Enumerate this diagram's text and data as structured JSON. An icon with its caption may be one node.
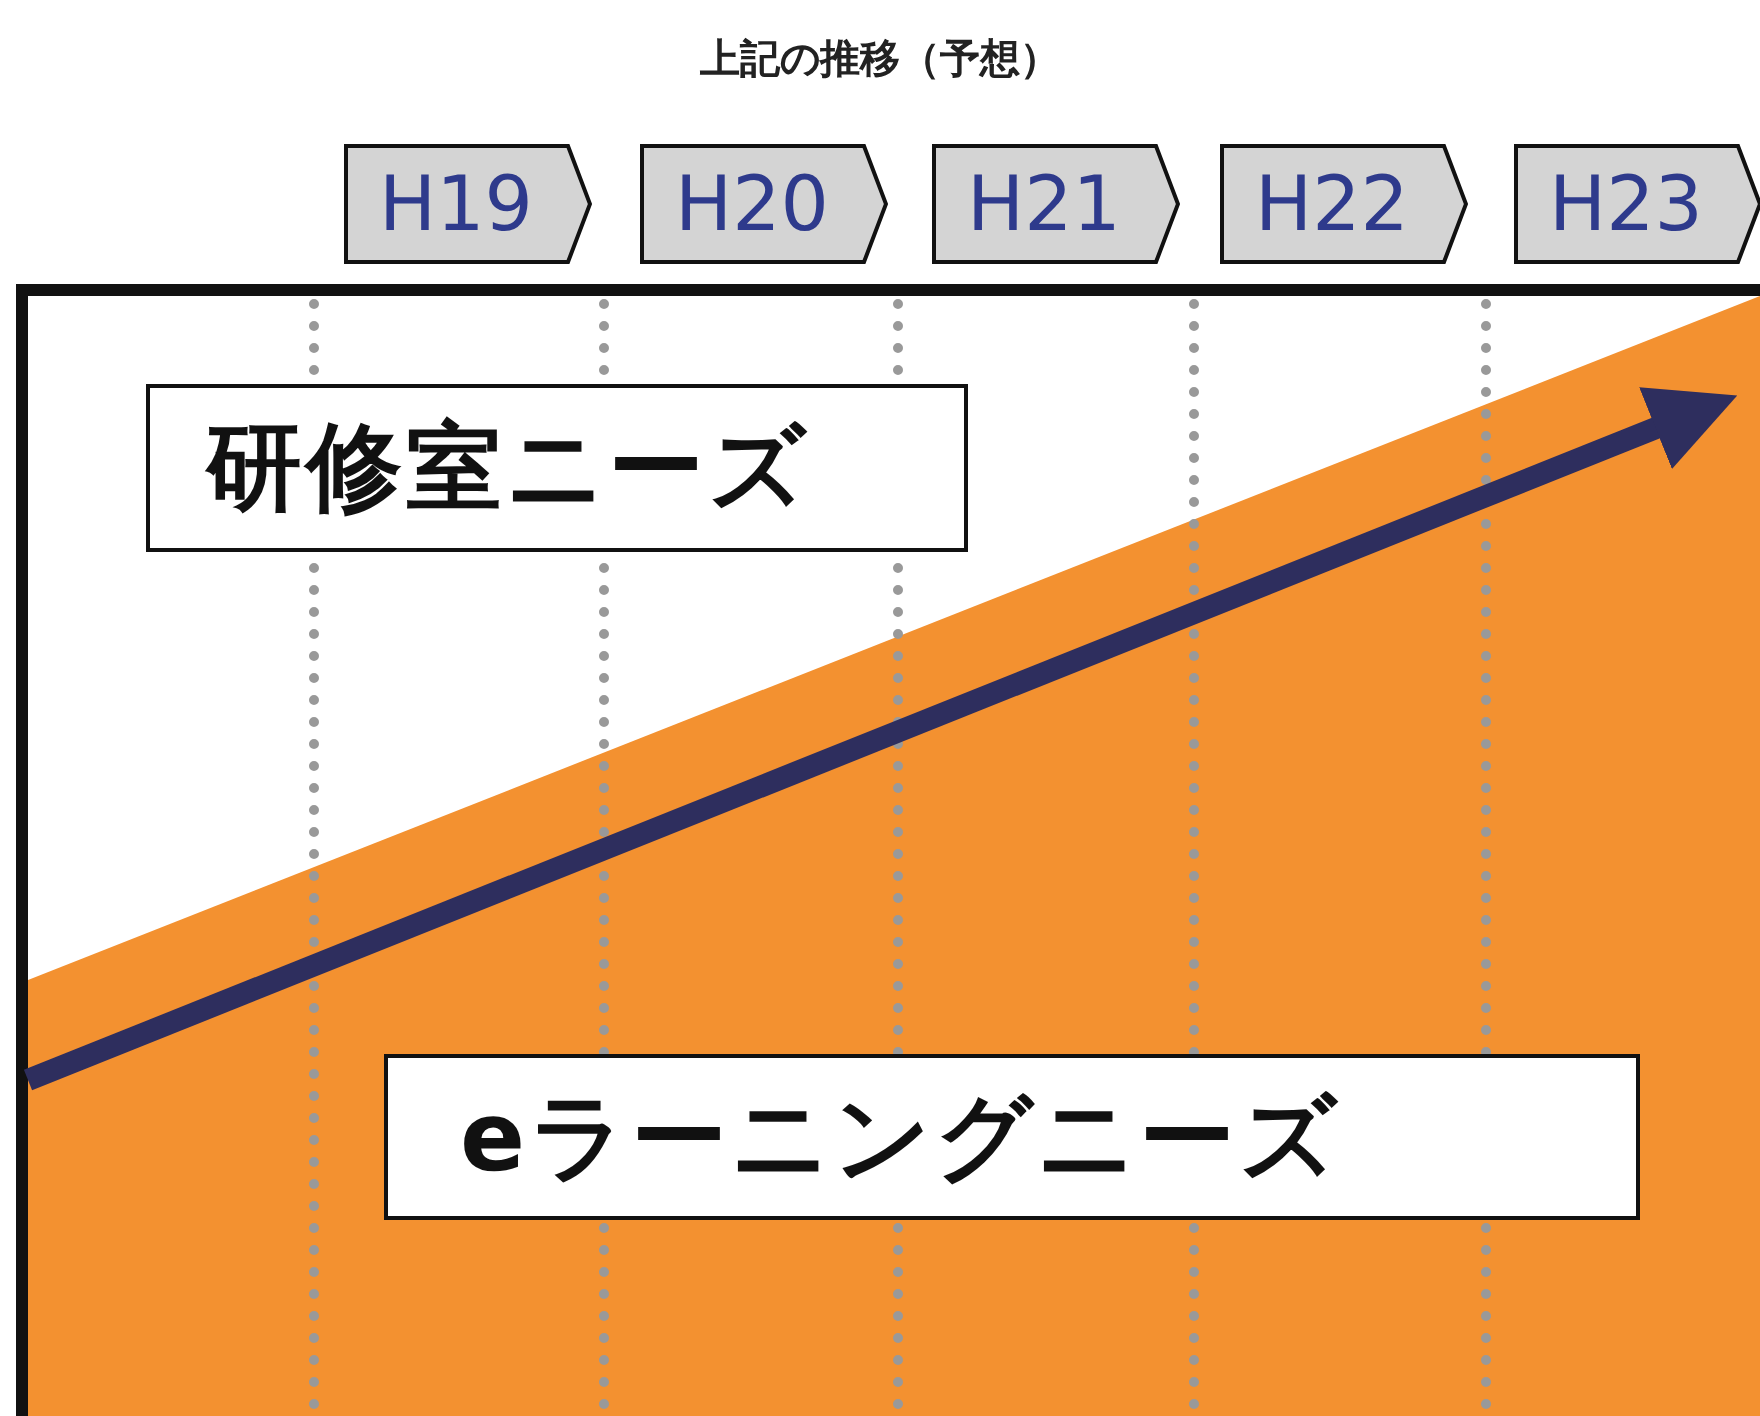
{
  "diagram": {
    "title": "上記の推移（予想）",
    "nodes": [
      {
        "text": [
          "H19"
        ]
      },
      {
        "text": [
          "H20"
        ]
      },
      {
        "text": [
          "H21"
        ]
      },
      {
        "text": [
          "H22"
        ]
      },
      {
        "text": [
          "H23"
        ]
      },
      {
        "text": [
          "研修室ニーズ"
        ]
      },
      {
        "text": [
          "eラーニングニーズ"
        ]
      }
    ],
    "edges": []
  }
}
